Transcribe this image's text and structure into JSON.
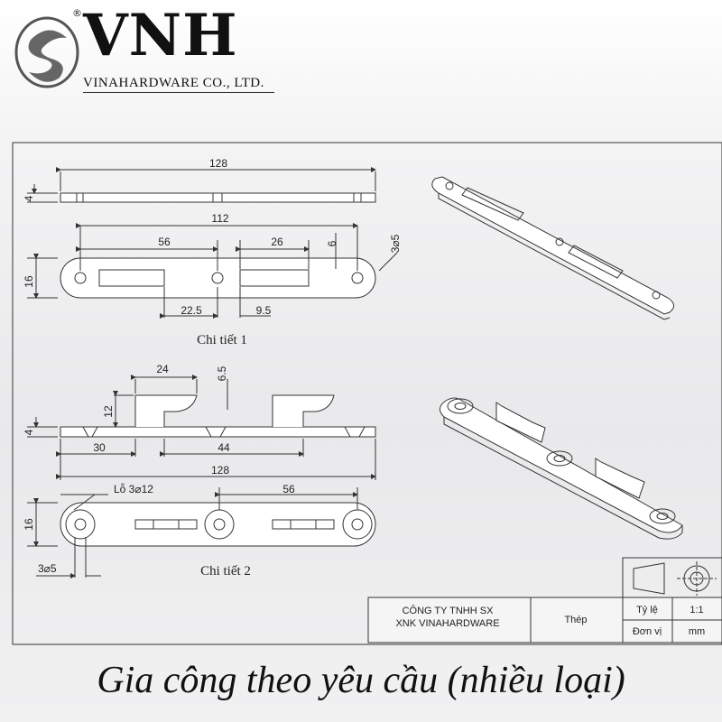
{
  "brand": {
    "name": "VNH",
    "registered": "®",
    "company": "VINAHARDWARE CO., LTD."
  },
  "drawing": {
    "part1": {
      "title": "Chi tiết 1",
      "dims": {
        "overall_length": "128",
        "thickness": "4",
        "hole_spacing": "112",
        "slot_left": "56",
        "slot_right": "26",
        "slot_width": "6",
        "hole_dia": "3⌀5",
        "height": "16",
        "offset_a": "22.5",
        "offset_b": "9.5"
      }
    },
    "part2": {
      "title": "Chi tiết 2",
      "dims": {
        "tab_width": "24",
        "tab_offset": "6.5",
        "tab_height": "12",
        "thickness": "4",
        "left_offset": "30",
        "tab_spacing": "44",
        "overall_length": "128",
        "counterbore": "Lỗ 3⌀12",
        "hole_spacing": "56",
        "height": "16",
        "hole_dia": "3⌀5"
      }
    },
    "title_block": {
      "company_line1": "CÔNG TY TNHH SX",
      "company_line2": "XNK VINAHARDWARE",
      "material": "Thép",
      "scale_label": "Tỷ lệ",
      "scale_value": "1:1",
      "unit_label": "Đơn vị",
      "unit_value": "mm"
    }
  },
  "caption": "Gia công theo yêu cầu (nhiều loại)"
}
